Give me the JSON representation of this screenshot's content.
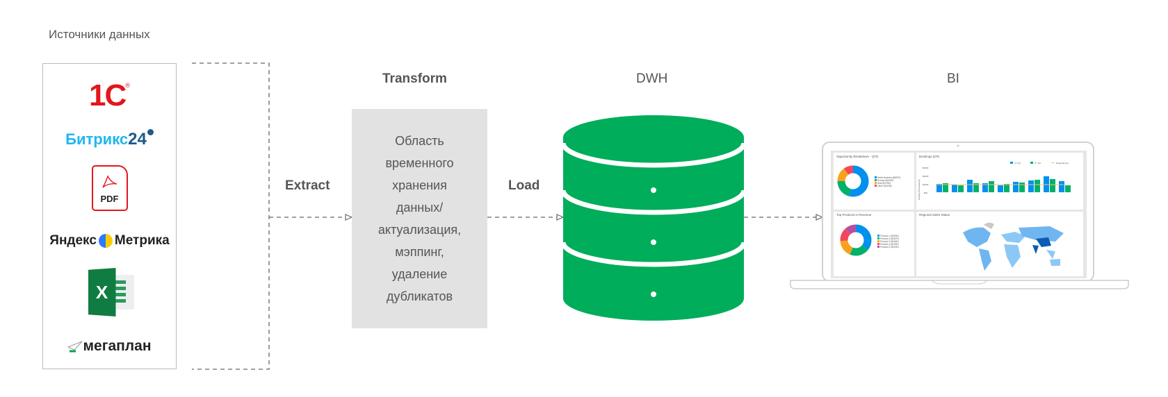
{
  "sources": {
    "title": "Источники данных",
    "logos": {
      "onec": "1С",
      "bitrix": "Битрикс",
      "bitrix_num": "24",
      "pdf": "PDF",
      "yandex_left": "Яндекс",
      "yandex_right": "Метрика",
      "excel": "X",
      "megaplan": "мегаплан"
    }
  },
  "steps": {
    "extract": "Extract",
    "transform": "Transform",
    "load": "Load"
  },
  "transform_box": {
    "text": "Область\nвременного\nхранения\nданных/\nактуализация,\nмэппинг,\nудаление\nдубликатов"
  },
  "dwh": {
    "title": "DWH"
  },
  "bi": {
    "title": "BI",
    "dashboard": {
      "panel1_title": "Opportunity Breakdown - QTD",
      "panel1_legend": [
        "North America ($657K)",
        "Europe ($243K)",
        "Asia ($178K)",
        "Other ($123K)"
      ],
      "panel2_title": "Bookings QTD",
      "panel2_legend": [
        "CY Q4",
        "CY Q3",
        "Regional Avg"
      ],
      "panel2_yaxis": [
        "$600K",
        "$400K",
        "$200K",
        "$0K"
      ],
      "panel2_ylabel": "Bookings $Thousands ($)",
      "panel3_title": "Top Products in Revenue",
      "panel3_legend": [
        "Product 1 ($325K)",
        "Product 2 ($187K)",
        "Product 3 ($160K)",
        "Product 4 ($125K)",
        "Product 5 ($100K)"
      ],
      "panel4_title": "Regional Sales Status"
    }
  },
  "colors": {
    "green": "#00ad5b",
    "gray_box": "#e2e2e2",
    "onec_red": "#e3161c",
    "bitrix_blue": "#20b7f0",
    "bitrix_dark": "#1a5a8a",
    "excel_green": "#107c41",
    "chart_blue": "#0090ee",
    "chart_green": "#00b16a",
    "chart_orange": "#f7a21b",
    "chart_red": "#f5455c",
    "chart_purple": "#b5509c"
  }
}
